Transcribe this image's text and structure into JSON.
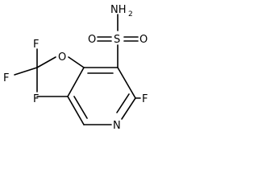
{
  "molecule": {
    "atoms": {
      "N_amine": "NH",
      "N_amine_sub": "2",
      "S": "S",
      "O_left": "O",
      "O_right": "O",
      "O_ether": "O",
      "F_ring": "F",
      "N_ring": "N",
      "F_top": "F",
      "F_left": "F",
      "F_bottom": "F"
    }
  }
}
